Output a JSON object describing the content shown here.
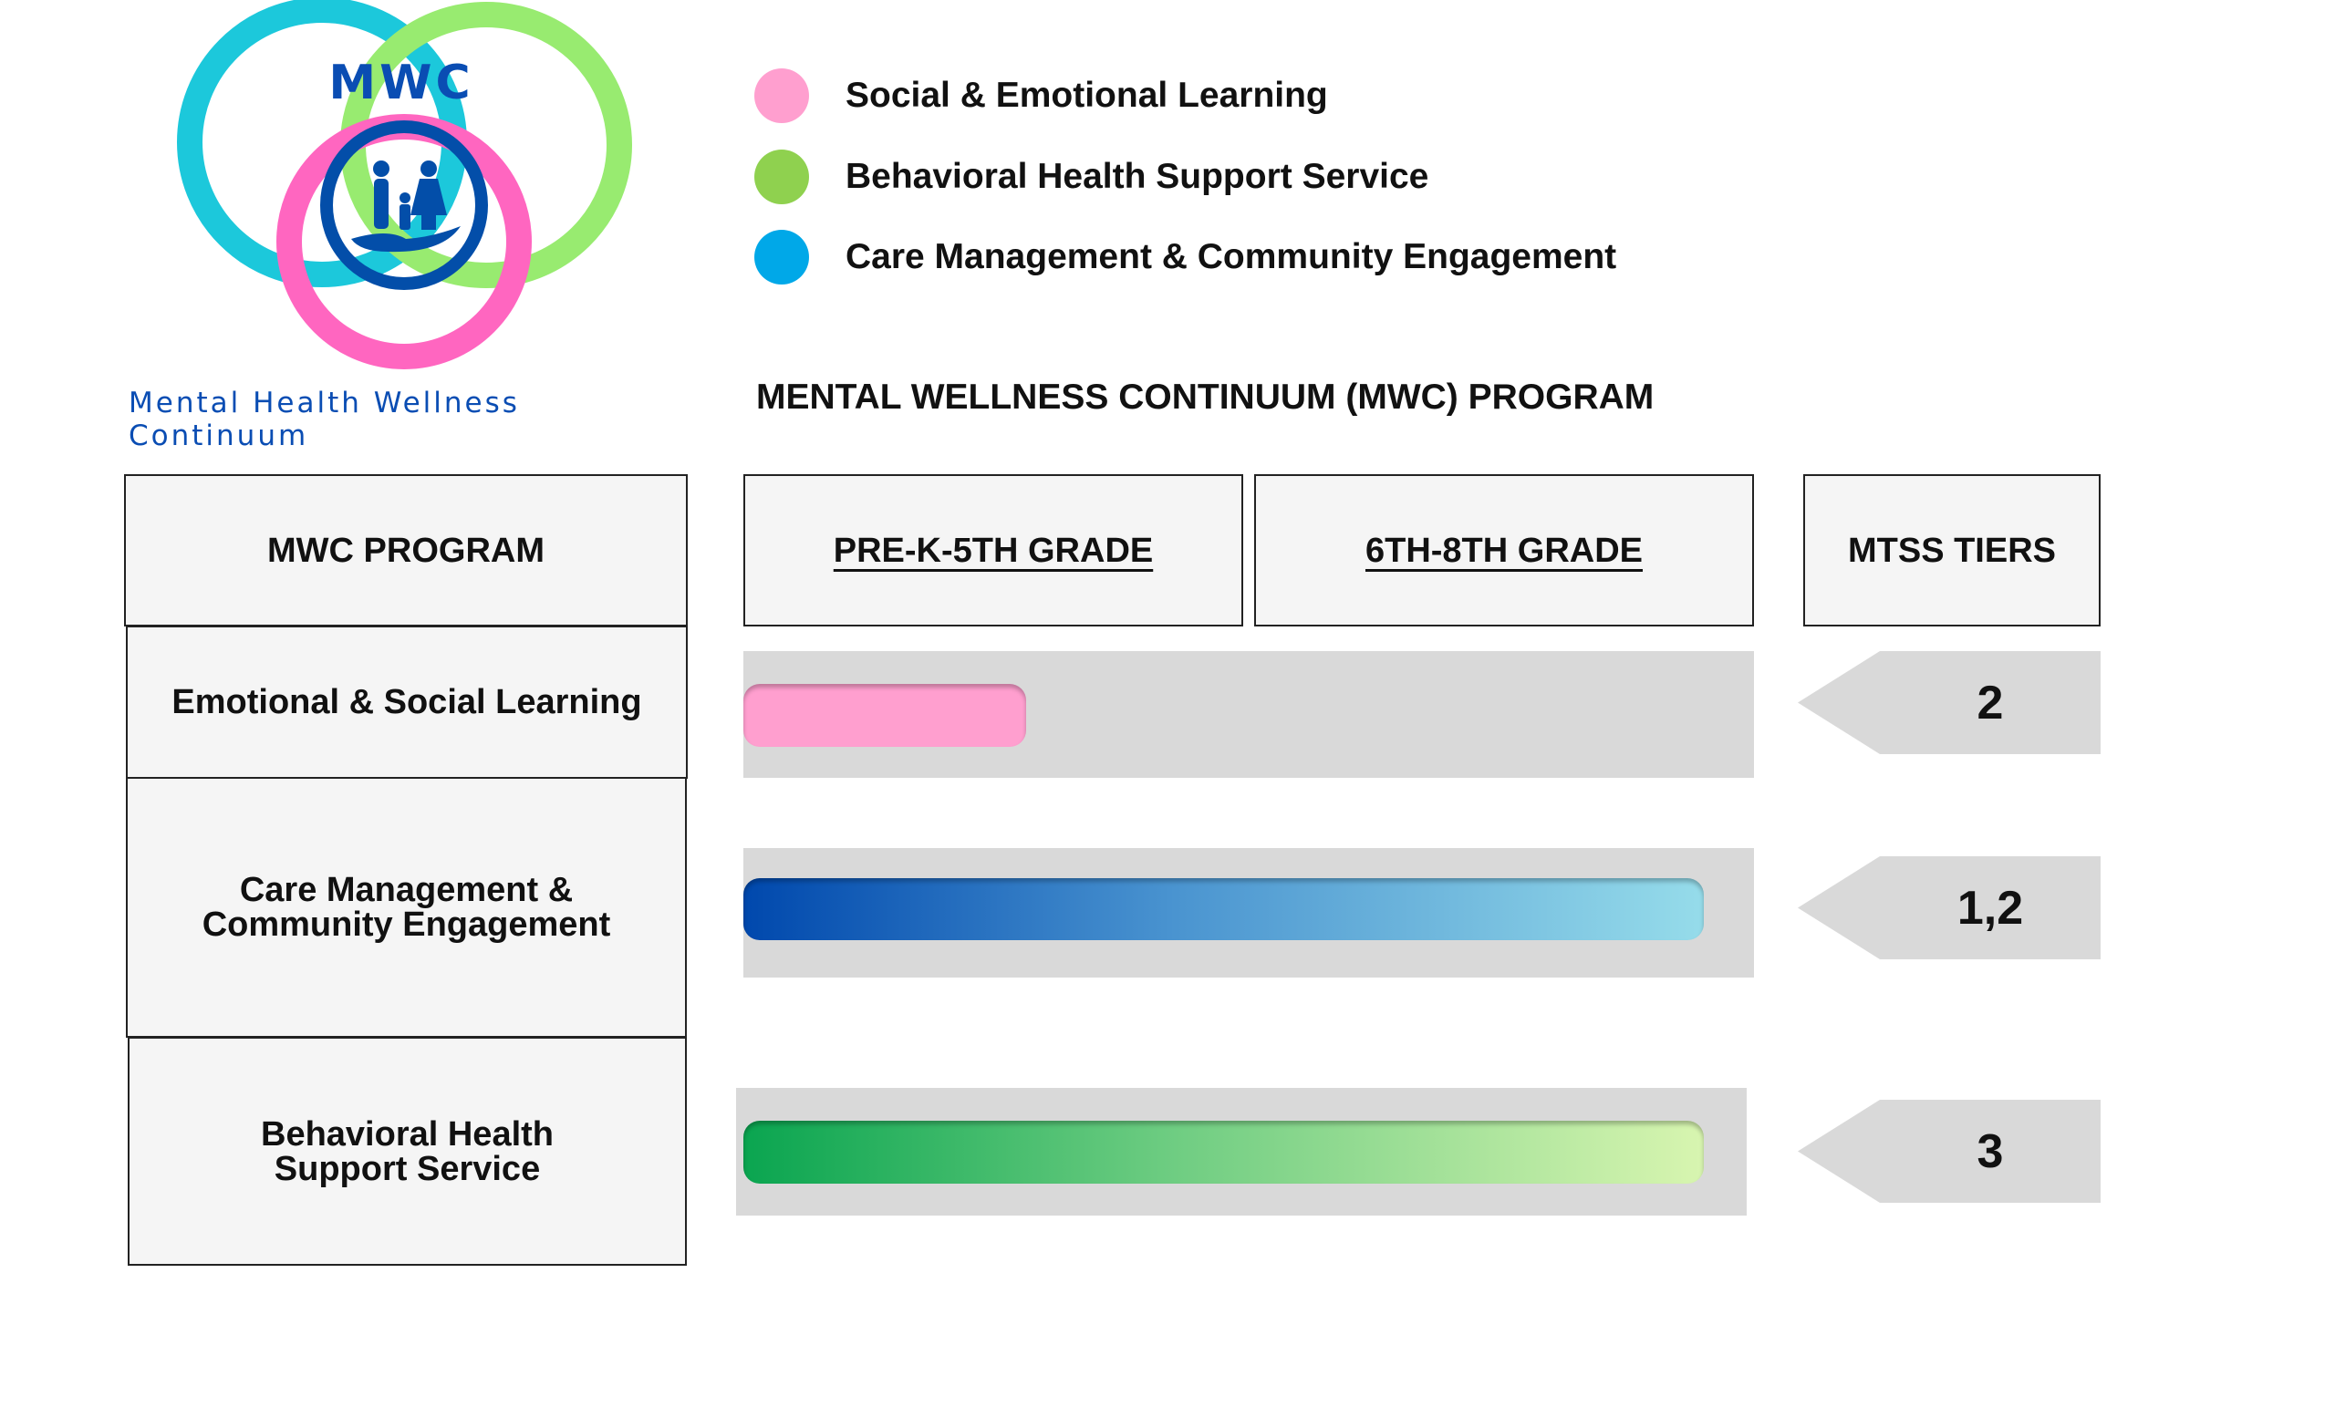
{
  "logo": {
    "acronym": "MWC",
    "subtitle": "Mental Health Wellness Continuum"
  },
  "legend": [
    {
      "label": "Social & Emotional Learning",
      "color": "#ff9fcf"
    },
    {
      "label": "Behavioral Health Support Service",
      "color": "#8fd14f"
    },
    {
      "label": "Care Management & Community Engagement",
      "color": "#00a8e8"
    }
  ],
  "title": "MENTAL WELLNESS CONTINUUM (MWC) PROGRAM",
  "headers": {
    "program": "MWC PROGRAM",
    "grade1": "PRE-K-5TH GRADE",
    "grade2": "6TH-8TH GRADE",
    "tiers": "MTSS TIERS"
  },
  "rows": [
    {
      "program": "Emotional & Social Learning",
      "coverage_percent": 28,
      "tier": "2"
    },
    {
      "program": "Care Management & Community Engagement",
      "coverage_percent": 95,
      "tier": "1,2"
    },
    {
      "program": "Behavioral Health Support Service",
      "coverage_percent": 95,
      "tier": "3"
    }
  ]
}
